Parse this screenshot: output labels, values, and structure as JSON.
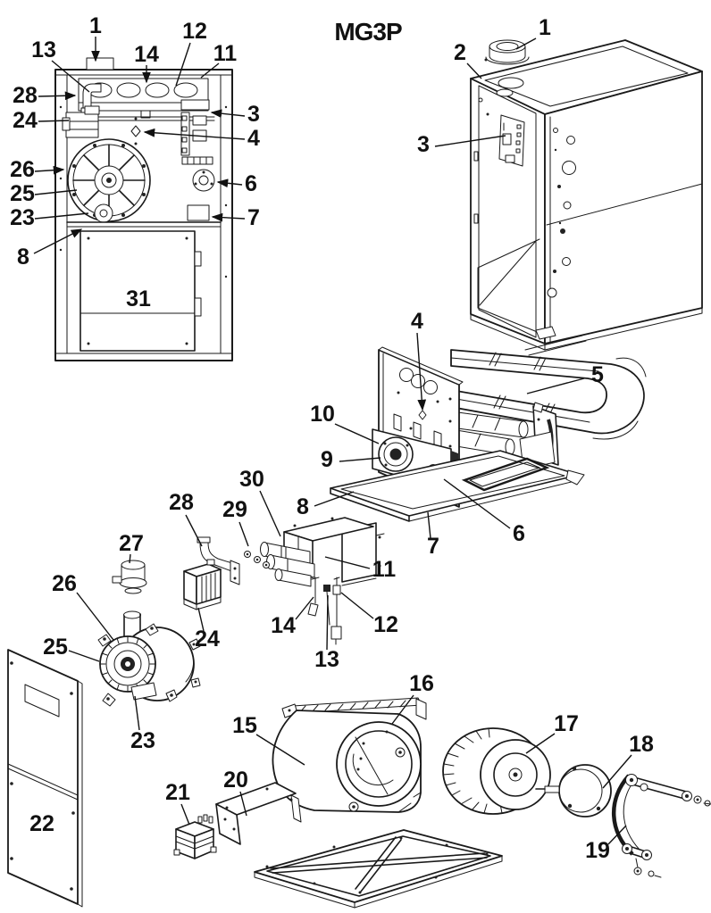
{
  "title": "MG3P",
  "diagram_line_color": "#1a1a1a",
  "background_color": "#ffffff",
  "callouts": {
    "front_view": {
      "1": "1",
      "3": "3",
      "4": "4",
      "6": "6",
      "7": "7",
      "8": "8",
      "11": "11",
      "12": "12",
      "13": "13",
      "14": "14",
      "23": "23",
      "24": "24",
      "25": "25",
      "26": "26",
      "28": "28",
      "31": "31"
    },
    "cabinet": {
      "1": "1",
      "2": "2",
      "3": "3"
    },
    "heat_exchanger": {
      "4": "4",
      "5": "5",
      "6": "6",
      "7": "7",
      "8": "8",
      "9": "9",
      "10": "10",
      "11": "11",
      "12": "12",
      "13": "13",
      "14": "14",
      "29": "29",
      "30": "30"
    },
    "inducer_group": {
      "23": "23",
      "24": "24",
      "25": "25",
      "26": "26",
      "27": "27",
      "28": "28"
    },
    "blower_group": {
      "15": "15",
      "16": "16",
      "17": "17",
      "18": "18",
      "19": "19",
      "20": "20",
      "21": "21",
      "22": "22"
    }
  }
}
